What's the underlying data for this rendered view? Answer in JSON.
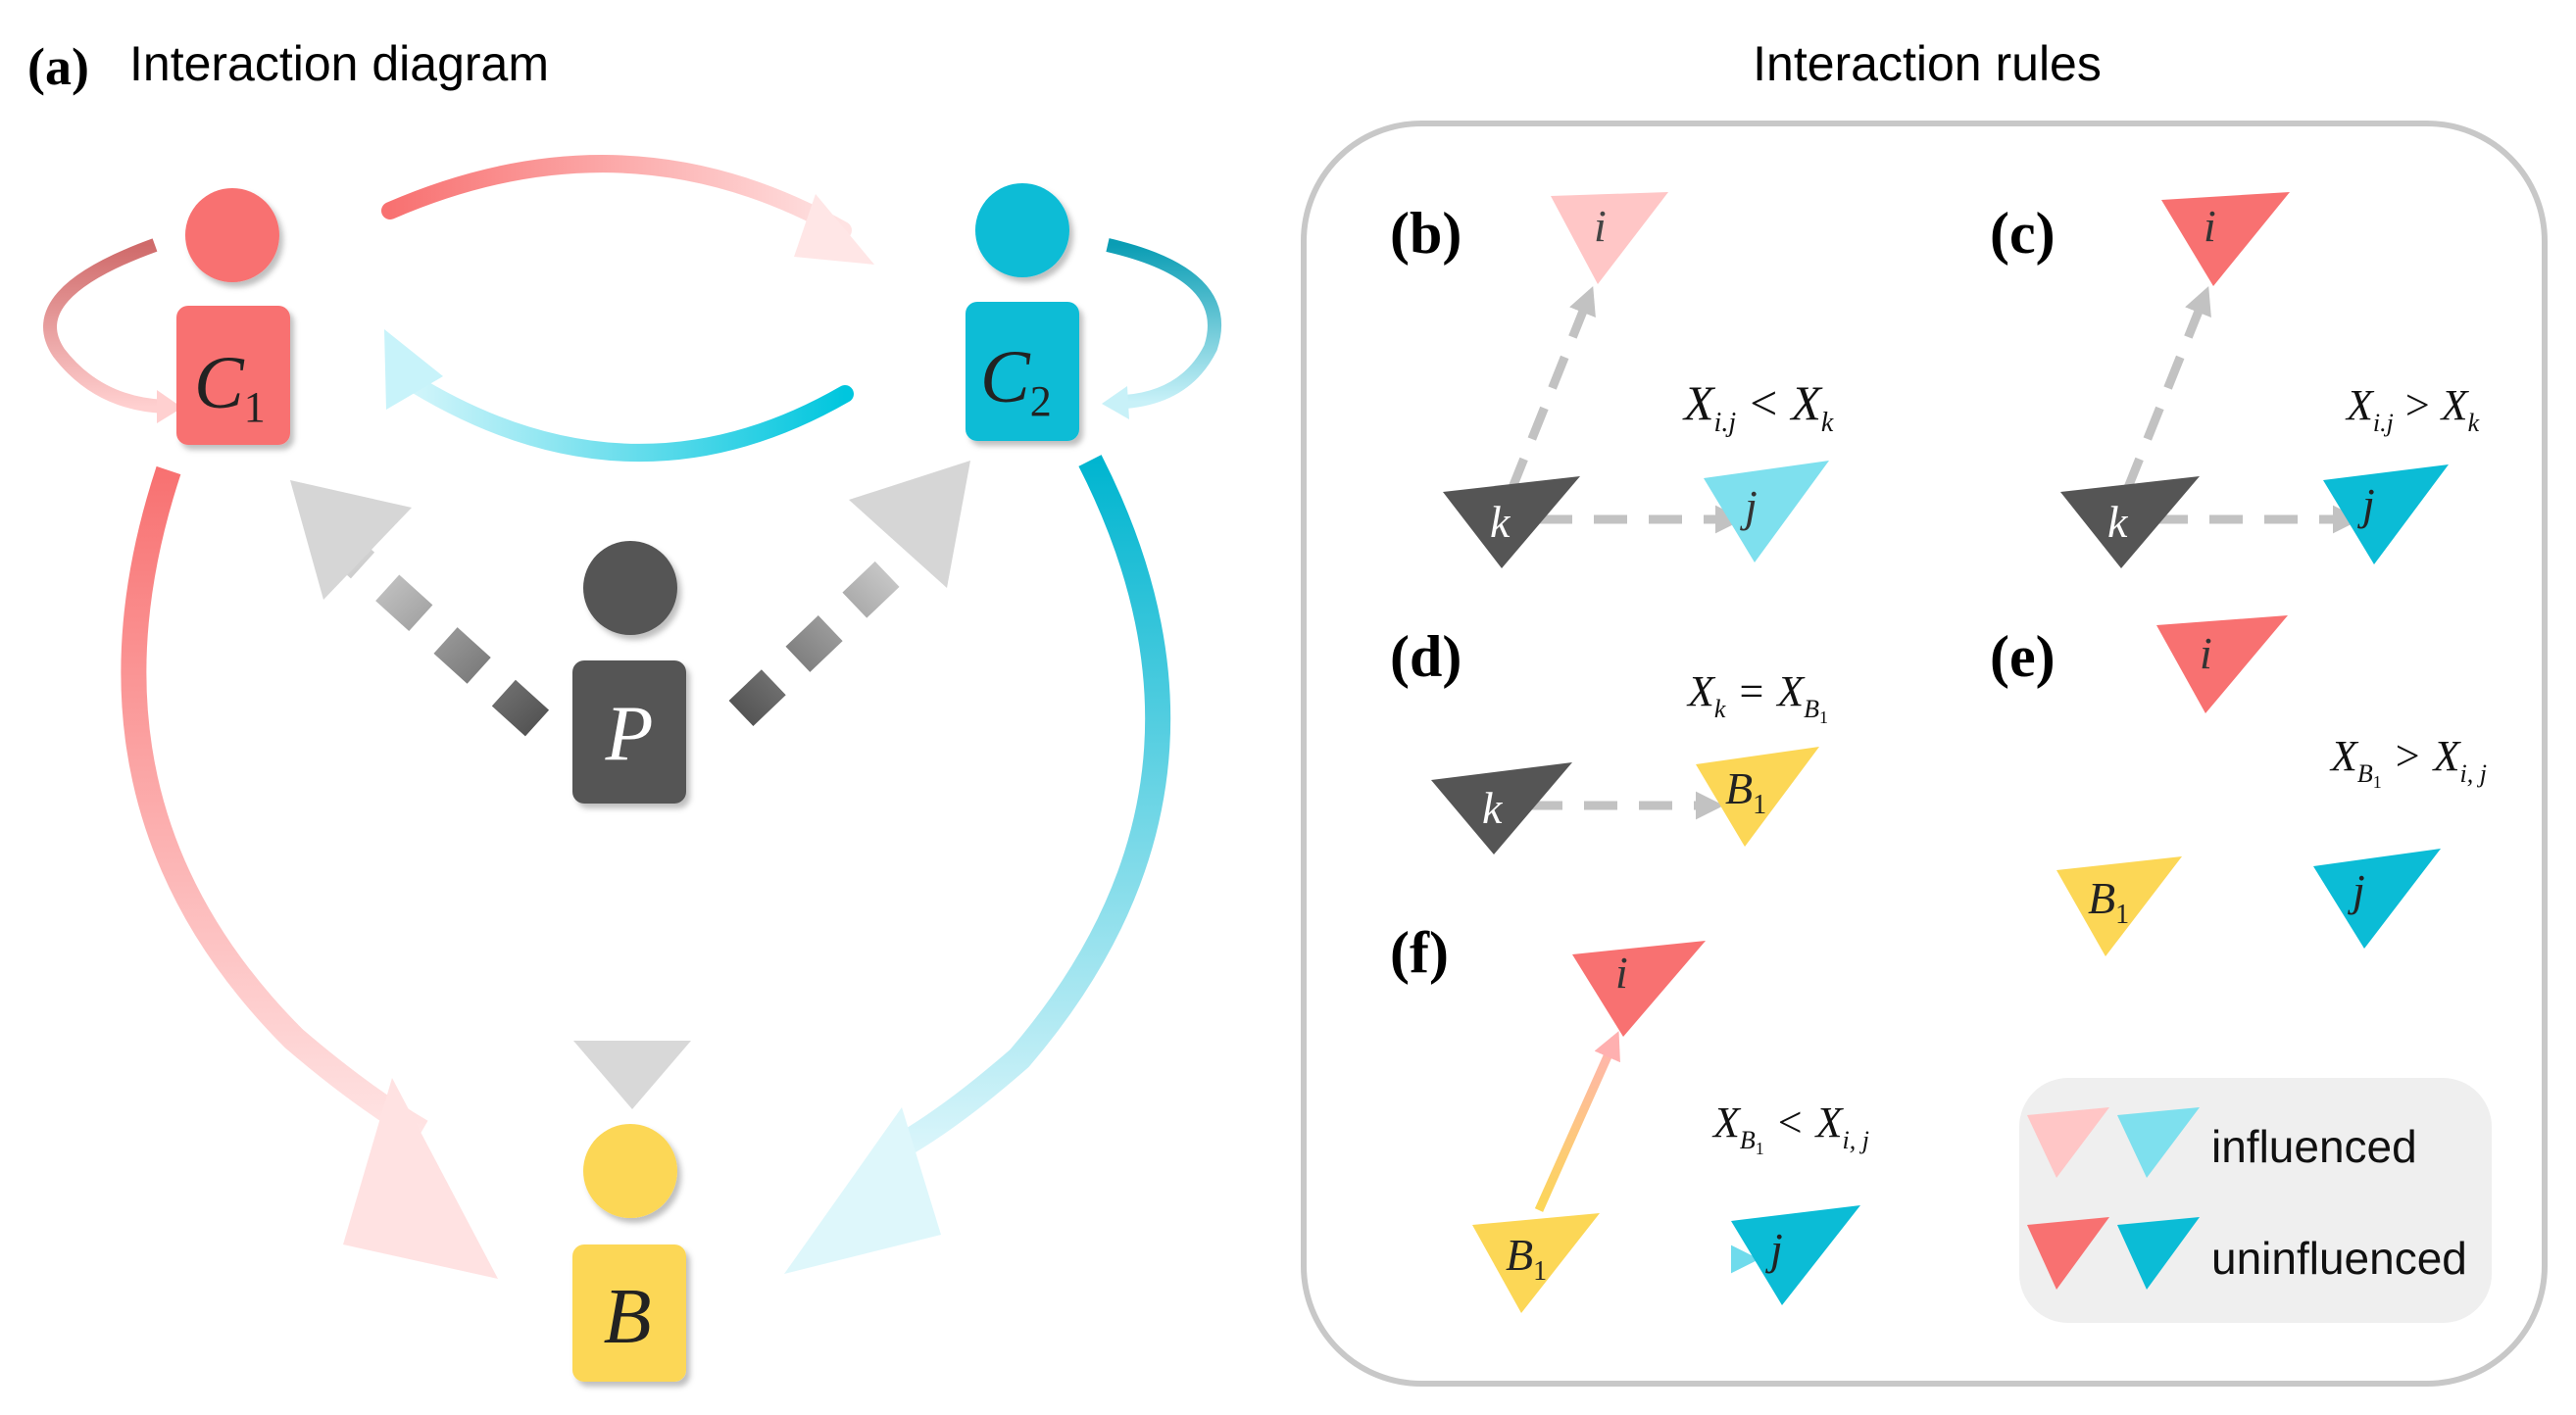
{
  "panel_a": {
    "letter": "(a)",
    "title": "Interaction diagram"
  },
  "rules": {
    "title": "Interaction rules"
  },
  "nodes": {
    "c1": {
      "main": "C",
      "sub": "1",
      "color": "#f87171"
    },
    "c2": {
      "main": "C",
      "sub": "2",
      "color": "#0bbcd6"
    },
    "p": {
      "main": "P",
      "color": "#555555"
    },
    "b": {
      "main": "B",
      "color": "#fcd756"
    }
  },
  "panels": {
    "b": {
      "letter": "(b)",
      "i": "i",
      "j": "j",
      "k": "k",
      "cond_main": "X",
      "cond_sub": "i.j",
      "cond_op": "<",
      "cond_rhs": "X",
      "cond_rhs_sub": "k"
    },
    "c": {
      "letter": "(c)",
      "i": "i",
      "j": "j",
      "k": "k",
      "cond_main": "X",
      "cond_sub": "i.j",
      "cond_op": ">",
      "cond_rhs": "X",
      "cond_rhs_sub": "k"
    },
    "d": {
      "letter": "(d)",
      "k": "k",
      "b": "B",
      "b_sub": "1",
      "cond_main": "X",
      "cond_sub": "k",
      "cond_op": "=",
      "cond_rhs": "X",
      "cond_rhs_sub": "B",
      "cond_rhs_subsub": "1"
    },
    "e": {
      "letter": "(e)",
      "i": "i",
      "j": "j",
      "b": "B",
      "b_sub": "1",
      "cond_main": "X",
      "cond_sub": "B",
      "cond_subsub": "1",
      "cond_op": ">",
      "cond_rhs": "X",
      "cond_rhs_sub": "i, j"
    },
    "f": {
      "letter": "(f)",
      "i": "i",
      "j": "j",
      "b": "B",
      "b_sub": "1",
      "cond_main": "X",
      "cond_sub": "B",
      "cond_subsub": "1",
      "cond_op": "<",
      "cond_rhs": "X",
      "cond_rhs_sub": "i, j"
    }
  },
  "legend": {
    "influenced": "influenced",
    "uninfluenced": "uninfluenced"
  },
  "colors": {
    "red": "#f87171",
    "red_light": "#ffc6c6",
    "cyan": "#0bbcd6",
    "cyan_light": "#7ee0ee",
    "dark": "#555555",
    "yellow": "#fcd756",
    "gray_arrow": "#bdbdbd",
    "frame": "#c8c8c8"
  }
}
